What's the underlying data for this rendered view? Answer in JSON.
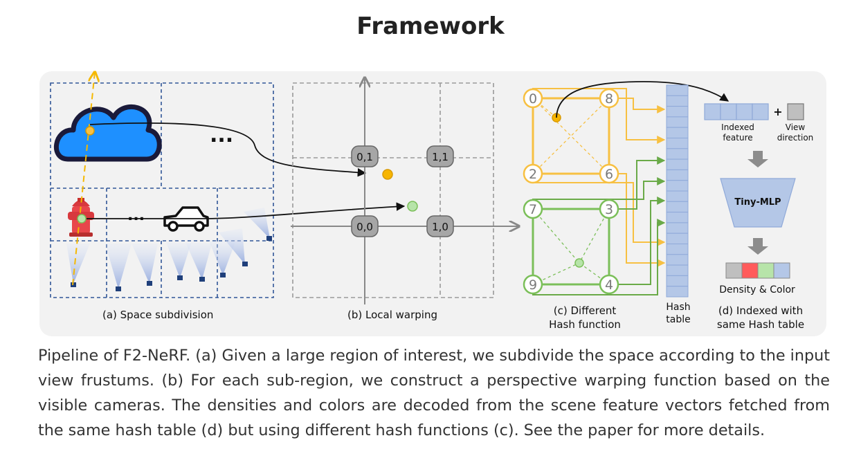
{
  "title": "Framework",
  "panels": {
    "a": {
      "label": "(a)  Space subdivision",
      "ellipsis": "..."
    },
    "b": {
      "label": "(b) Local warping",
      "node_01": "0,1",
      "node_11": "1,1",
      "node_00": "0,0",
      "node_10": "1,0"
    },
    "c": {
      "label_line1": "(c) Different",
      "label_line2": "Hash function",
      "yellow_nodes": [
        "0",
        "8",
        "2",
        "6"
      ],
      "green_nodes": [
        "7",
        "3",
        "9",
        "4"
      ]
    },
    "hash_table": {
      "label_line1": "Hash",
      "label_line2": "table"
    },
    "d": {
      "indexed_line1": "Indexed",
      "indexed_line2": "feature",
      "plus": "+",
      "view_line1": "View",
      "view_line2": "direction",
      "mlp": "Tiny-MLP",
      "density_color": "Density & Color",
      "label_line1": "(d) Indexed with",
      "label_line2": "same Hash table"
    }
  },
  "colors": {
    "grid_blue": "#2f5597",
    "grid_gray": "#999999",
    "yellow": "#f7c042",
    "green": "#7bbf59",
    "hash_blue": "#b4c7e7",
    "panel_bg": "#f2f2f2",
    "red": "#ff5b5b",
    "light_green": "#b7e4a9",
    "gray_cell": "#bfbfbf"
  },
  "icons": [
    "cloud-icon",
    "fire-hydrant-icon",
    "car-icon",
    "camera-icon",
    "arrow-down-icon"
  ],
  "caption": "Pipeline of F2-NeRF. (a) Given a large region of interest, we subdivide the space according to the input view frustums. (b) For each sub-region, we construct a perspective warping function based on the visible cameras. The densities and colors are decoded from the scene feature vectors fetched from the same hash table (d) but using different hash functions (c). See the paper for more details."
}
